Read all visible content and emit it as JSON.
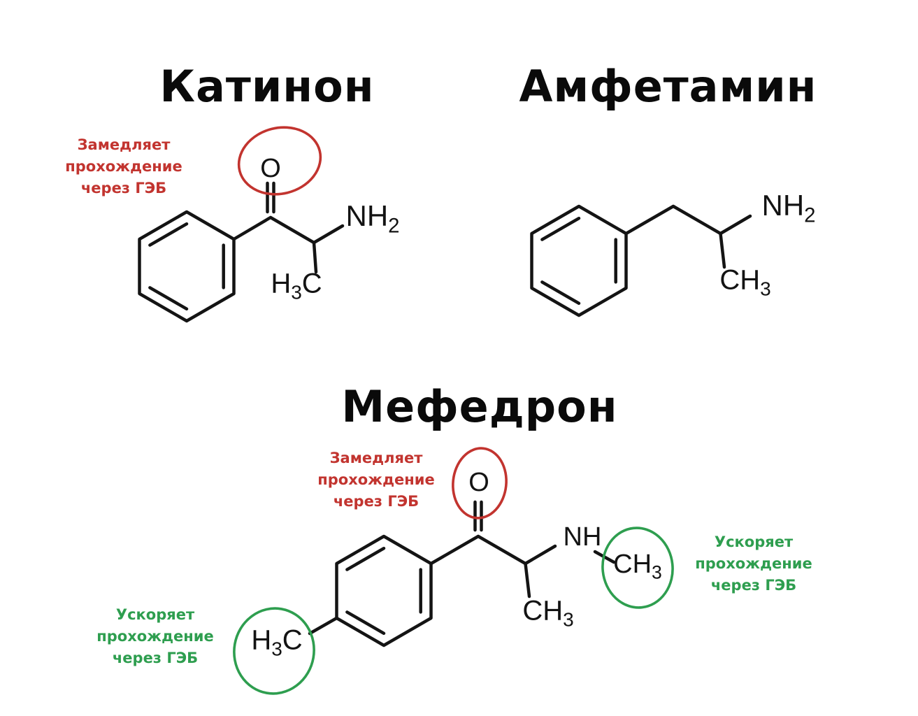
{
  "titles": {
    "cathinone": "Катинон",
    "amphetamine": "Амфетамин",
    "mephedrone": "Мефедрон"
  },
  "annotations": {
    "slow": {
      "lines": [
        "Замедляет",
        "прохождение",
        "через ГЭБ"
      ]
    },
    "fast": {
      "lines": [
        "Ускоряет",
        "прохождение",
        "через ГЭБ"
      ]
    }
  },
  "labels": {
    "oxygen": "O",
    "amine_nh": "NH",
    "nh2": {
      "pre": "NH",
      "sub": "2"
    },
    "ch3": {
      "pre": "CH",
      "sub": "3"
    },
    "h3c": {
      "pre": "H",
      "sub": "3",
      "post": "C"
    }
  },
  "colors": {
    "red": "#c2342f",
    "green": "#2e9e4f",
    "ink": "#141414"
  }
}
